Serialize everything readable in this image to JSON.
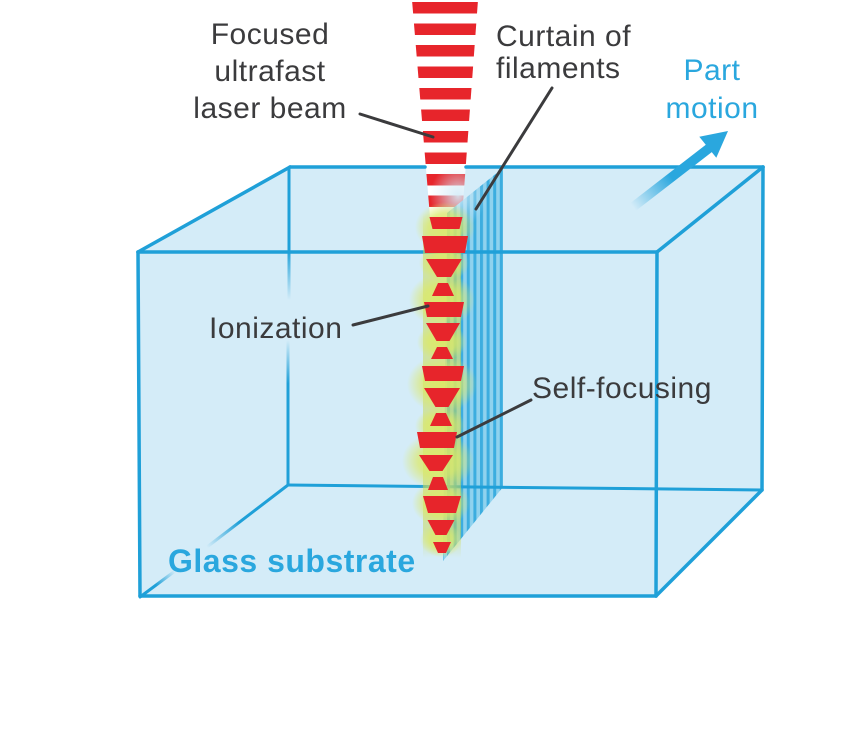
{
  "figure": {
    "labels": {
      "focused_beam_line1": "Focused",
      "focused_beam_line2": "ultrafast",
      "focused_beam_line3": "laser beam",
      "curtain_line1": "Curtain of",
      "curtain_line2": "filaments",
      "part_motion_line1": "Part",
      "part_motion_line2": "motion",
      "ionization": "Ionization",
      "self_focusing": "Self-focusing",
      "glass_substrate": "Glass substrate"
    },
    "icons": {
      "part_motion_arrow": "diagonal-arrow-up-right"
    },
    "colors": {
      "background": "#ffffff",
      "laser_red": "#e7252b",
      "glass_fill": "#d4ecf8",
      "glass_outline": "#1fa0d8",
      "accent_blue": "#2aa7de",
      "dark_text": "#3b3b3d",
      "ionization_glow": "#dce966",
      "glow_core": "#c9d94f",
      "filament_light": "#8fd2ee",
      "filament_dark": "#3caddf"
    }
  }
}
